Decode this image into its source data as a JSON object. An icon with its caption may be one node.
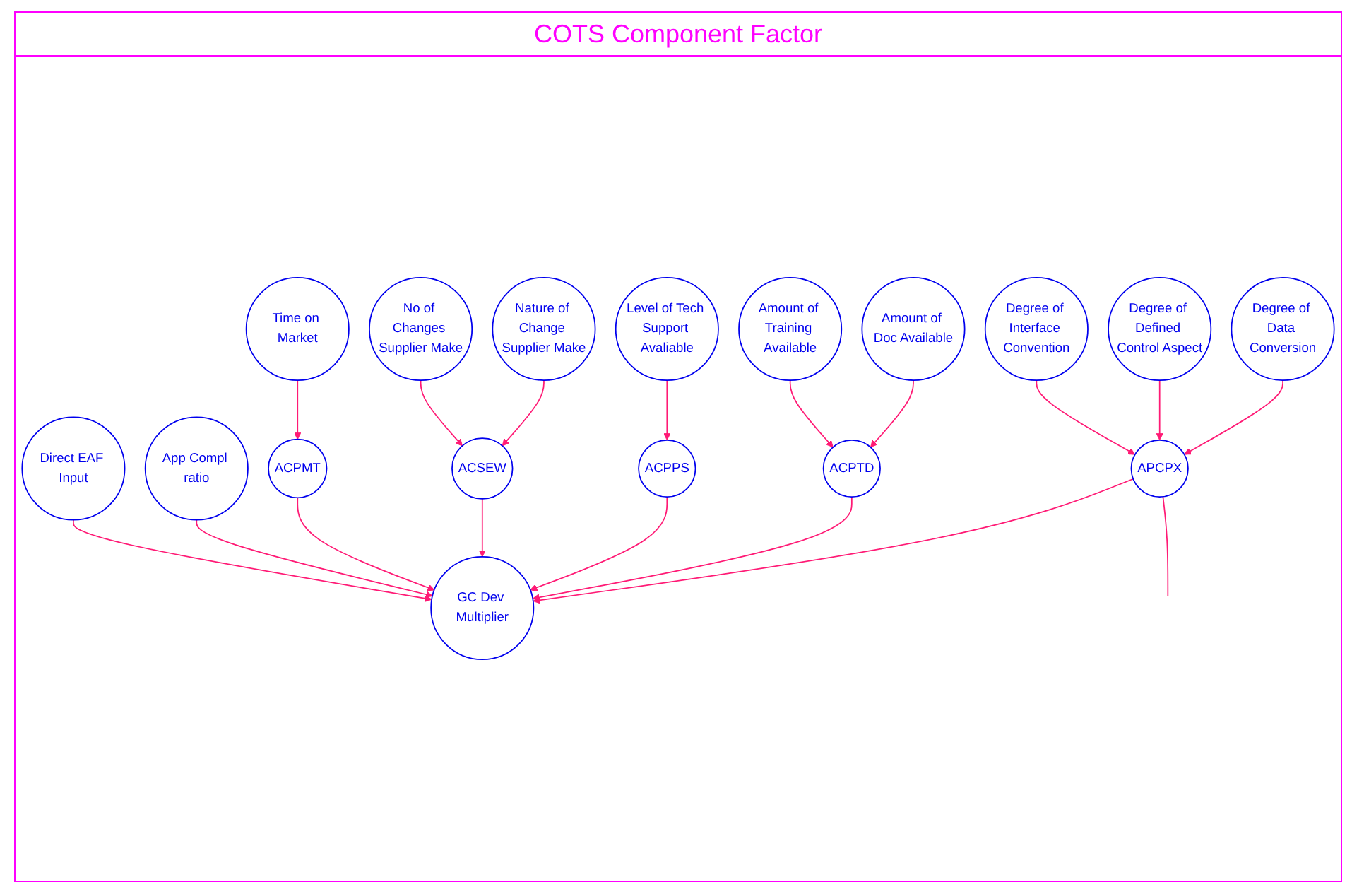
{
  "diagram": {
    "title": "COTS Component Factor",
    "nodes": [
      {
        "text": [
          "Degree of Defined Control Aspect"
        ]
      },
      {
        "text": [
          "Amount of Training Available"
        ]
      },
      {
        "text": [
          "Nature of Change Supplier Make"
        ]
      },
      {
        "text": [
          "Degree of Data Conversion"
        ]
      },
      {
        "text": [
          "Time on Market"
        ]
      },
      {
        "text": [
          "Amount of Doc Available"
        ]
      },
      {
        "text": [
          "No of Changes Supplier Make"
        ]
      },
      {
        "text": [
          "Level of Tech Support Avaliable"
        ]
      },
      {
        "text": [
          "Degree of Interface Convention"
        ]
      },
      {
        "text": [
          "ACPTD"
        ]
      },
      {
        "text": [
          "ACPMT"
        ]
      },
      {
        "text": [
          "ACSEW"
        ]
      },
      {
        "text": [
          "APCPX"
        ]
      },
      {
        "text": [
          "ACPPS"
        ]
      },
      {
        "text": [
          "Direct EAF Input"
        ]
      },
      {
        "text": [
          "GC Dev Multiplier"
        ]
      },
      {
        "text": [
          "App Compl ratio"
        ]
      }
    ],
    "edges": [
      {
        "from": 4,
        "to": 10,
        "arrow": "to"
      },
      {
        "from": 6,
        "to": 11,
        "arrow": "to"
      },
      {
        "from": 2,
        "to": 11,
        "arrow": "to"
      },
      {
        "from": 8,
        "to": 12,
        "arrow": "to"
      },
      {
        "from": 0,
        "to": 12,
        "arrow": "to"
      },
      {
        "from": 3,
        "to": 12,
        "arrow": "to"
      },
      {
        "from": 7,
        "to": 13,
        "arrow": "to"
      },
      {
        "from": 1,
        "to": 9,
        "arrow": "to"
      },
      {
        "from": 5,
        "to": 9,
        "arrow": "to"
      },
      {
        "from": 10,
        "to": 15,
        "arrow": "to"
      },
      {
        "from": 11,
        "to": 15,
        "arrow": "to"
      },
      {
        "from": 12,
        "to": 15,
        "arrow": "to"
      },
      {
        "from": 13,
        "to": 15,
        "arrow": "to"
      },
      {
        "from": 9,
        "to": 15,
        "arrow": "to"
      },
      {
        "from": 14,
        "to": 15,
        "arrow": "to"
      },
      {
        "from": 16,
        "to": 15,
        "arrow": "to"
      },
      {
        "from": 12,
        "to": null,
        "arrow": "none"
      }
    ]
  }
}
